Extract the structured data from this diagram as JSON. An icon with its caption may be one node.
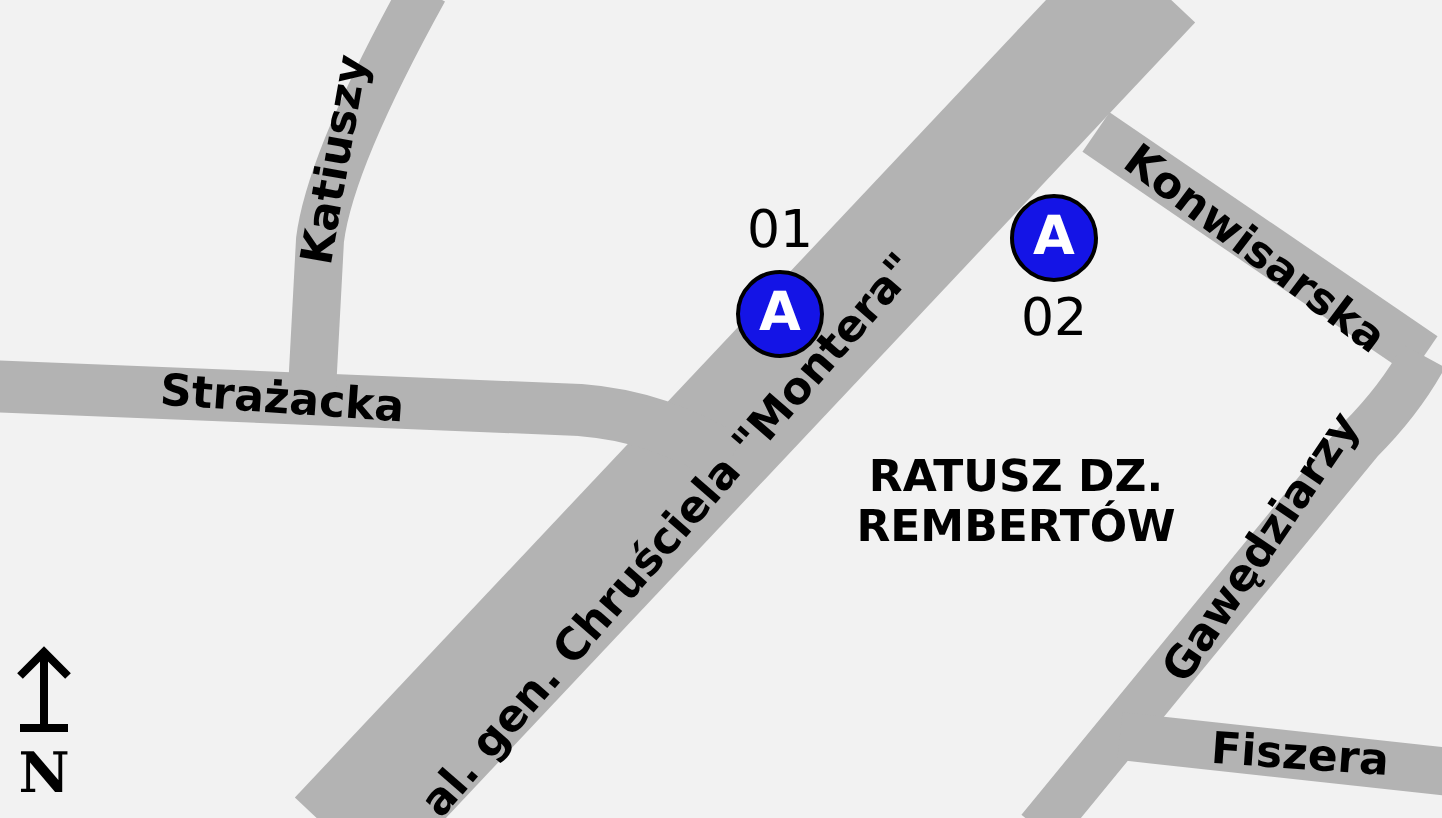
{
  "diagram": {
    "nodes": [
      {
        "text": [
          "A"
        ],
        "beside": [
          "01"
        ]
      },
      {
        "text": [
          "A"
        ],
        "beside": [
          "02"
        ]
      }
    ],
    "labels": [
      "Katiuszy",
      "Strażacka",
      "al. gen. Chruściela \"Montera\"",
      "Konwisarska",
      "RATUSZ DZ. REMBERTÓW",
      "Gawędziarzy",
      "Fiszera",
      "N"
    ]
  }
}
